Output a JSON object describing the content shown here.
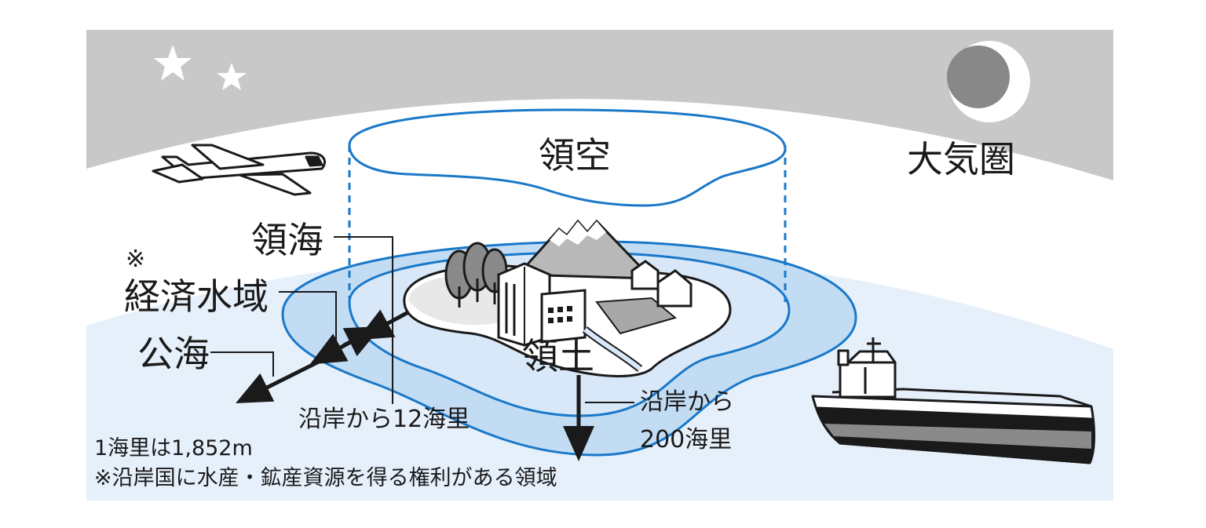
{
  "labels": {
    "airspace": "領空",
    "atmosphere": "大気圏",
    "territorial_sea": "領海",
    "eez_mark": "※",
    "eez": "経済水域",
    "high_seas": "公海",
    "territory": "領土",
    "range_12": "沿岸から12海里",
    "range_200_line1": "沿岸から",
    "range_200_line2": "200海里"
  },
  "notes": {
    "nautical_mile": "1海里は1,852m",
    "eez_definition": "※沿岸国に水産・鉱産資源を得る権利がある領域"
  },
  "colors": {
    "sky": "#c8c8c8",
    "air": "#ffffff",
    "sea_far": "#e6f0fb",
    "eez_zone": "#c2dcf4",
    "territorial_zone": "#d8e8f8",
    "zone_line": "#1a78c8",
    "ink": "#1a1a1a"
  },
  "icons": [
    "star-icon",
    "moon-icon",
    "airplane-icon",
    "ship-icon",
    "mountain-icon",
    "building-icon",
    "tree-icon",
    "house-icon",
    "arrow-icon"
  ]
}
